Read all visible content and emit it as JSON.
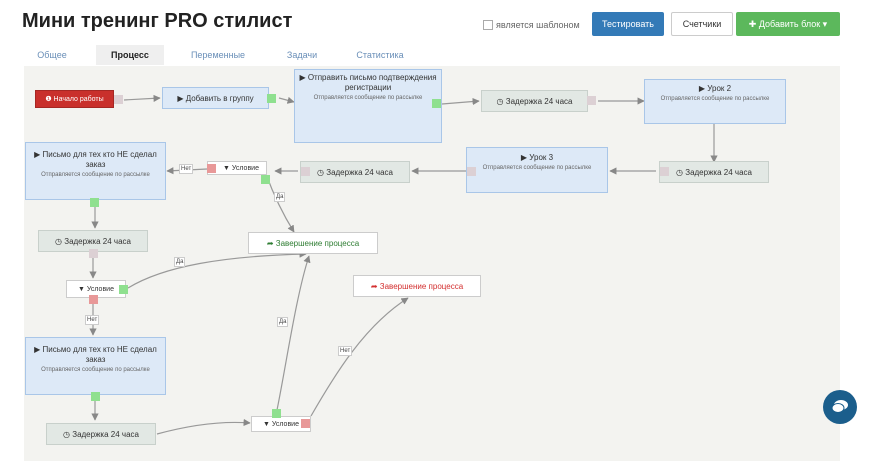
{
  "page": {
    "title": "Мини тренинг PRO стилист"
  },
  "header": {
    "template_label": "является шаблоном",
    "test_button": "Тестировать",
    "counters_button": "Счетчики",
    "add_block_button": "✚ Добавить блок ▾"
  },
  "tabs": [
    "Общее",
    "Процесс",
    "Переменные",
    "Задачи",
    "Статистика"
  ],
  "active_tab": "Процесс",
  "nodes": {
    "start": "❶ Начало работы",
    "add_group": "▶ Добавить в группу",
    "send_confirm": "▶ Отправить письмо подтверждения регистрации",
    "send_confirm_sub": "Отправляется сообщение по рассылке",
    "delay1": "◷ Задержка 24 часа",
    "lesson2": "▶ Урок 2",
    "lesson2_sub": "Отправляется сообщение по рассылке",
    "delay2": "◷ Задержка 24 часа",
    "lesson3": "▶ Урок 3",
    "lesson3_sub": "Отправляется сообщение по рассылке",
    "delay3": "◷ Задержка 24 часа",
    "cond1": "▼ Условие",
    "letter1": "▶ Письмо для тех кто НЕ сделал заказ",
    "letter1_sub": "Отправляется сообщение по рассылке",
    "delay4": "◷ Задержка 24 часа",
    "end1": "➦ Завершение процесса",
    "cond2": "▼ Условие",
    "end2": "➦ Завершение процесса",
    "letter2": "▶ Письмо для тех кто НЕ сделал заказ",
    "letter2_sub": "Отправляется сообщение по рассылке",
    "delay5": "◷ Задержка 24 часа",
    "cond3": "▼ Условие"
  },
  "edge_labels": {
    "no": "Нет",
    "yes": "Да"
  },
  "colors": {
    "blue_button": "#337ab7",
    "green_button": "#5cb85c",
    "start_red": "#c9302c",
    "end_green": "#2e7d32",
    "end_red": "#d32f2f",
    "chat": "#1b5e8c"
  },
  "icons": [
    "play-icon",
    "clock-icon",
    "filter-icon",
    "exit-icon",
    "chat-icon",
    "plus-icon"
  ]
}
